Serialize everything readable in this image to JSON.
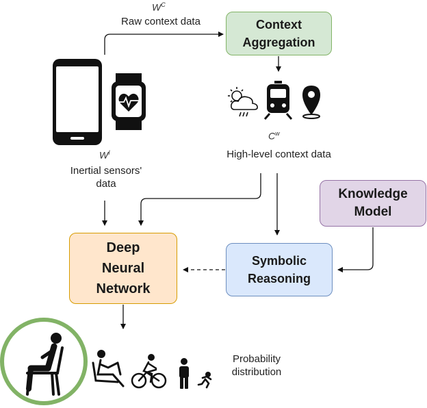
{
  "labels": {
    "wc_symbol": "W",
    "wc_sup": "C",
    "raw_context": "Raw context data",
    "wi_symbol": "W",
    "wi_sup": "I",
    "inertial": "Inertial sensors'\ndata",
    "cw_symbol": "C",
    "cw_sup": "w",
    "high_level": "High-level context data",
    "probability": "Probability\ndistribution"
  },
  "boxes": {
    "context_aggregation": "Context\nAggregation",
    "knowledge_model": "Knowledge\nModel",
    "symbolic_reasoning": "Symbolic\nReasoning",
    "deep_neural_network": "Deep\nNeural\nNetwork"
  },
  "colors": {
    "context_fill": "#d5e8d4",
    "knowledge_fill": "#e1d5e7",
    "symbolic_fill": "#dae8fc",
    "dnn_fill": "#ffe6cc",
    "highlight_circle": "#82b366"
  },
  "icons": [
    "smartphone-icon",
    "smartwatch-icon",
    "weather-icon",
    "train-icon",
    "location-pin-icon",
    "sitting-person-icon",
    "wheelchair-person-icon",
    "cyclist-icon",
    "standing-person-icon",
    "running-person-icon"
  ]
}
